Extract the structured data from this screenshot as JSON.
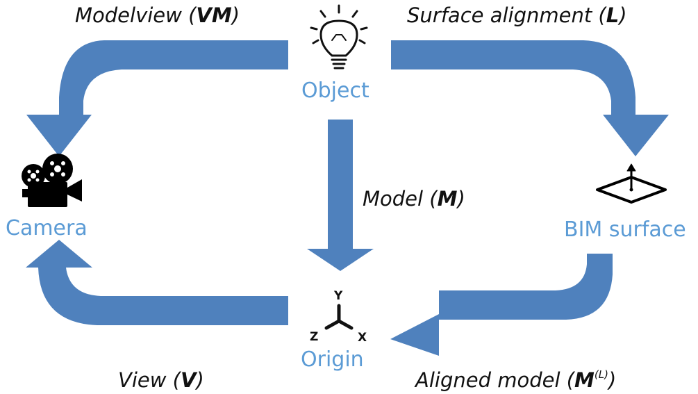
{
  "nodes": {
    "object": {
      "label": "Object",
      "icon": "lightbulb-icon"
    },
    "camera": {
      "label": "Camera",
      "icon": "movie-camera-icon"
    },
    "bim_surface": {
      "label": "BIM surface",
      "icon": "surface-normal-icon"
    },
    "origin": {
      "label": "Origin",
      "icon": "xyz-axes-icon",
      "axes": {
        "y": "Y",
        "z": "Z",
        "x": "X"
      }
    }
  },
  "edges": {
    "modelview": {
      "text": "Modelview (",
      "symbol": "VM",
      "close": ")"
    },
    "surface_alignment": {
      "text": "Surface alignment (",
      "symbol": "L",
      "close": ")"
    },
    "model": {
      "text": "Model (",
      "symbol": "M",
      "close": ")"
    },
    "view": {
      "text": "View (",
      "symbol": "V",
      "close": ")"
    },
    "aligned_model": {
      "text": "Aligned model (",
      "symbol": "M",
      "superscript": "(L)",
      "close": ")"
    }
  },
  "colors": {
    "arrow": "#4f81bd",
    "node_label": "#5b9bd5",
    "edge_label": "#111111"
  }
}
